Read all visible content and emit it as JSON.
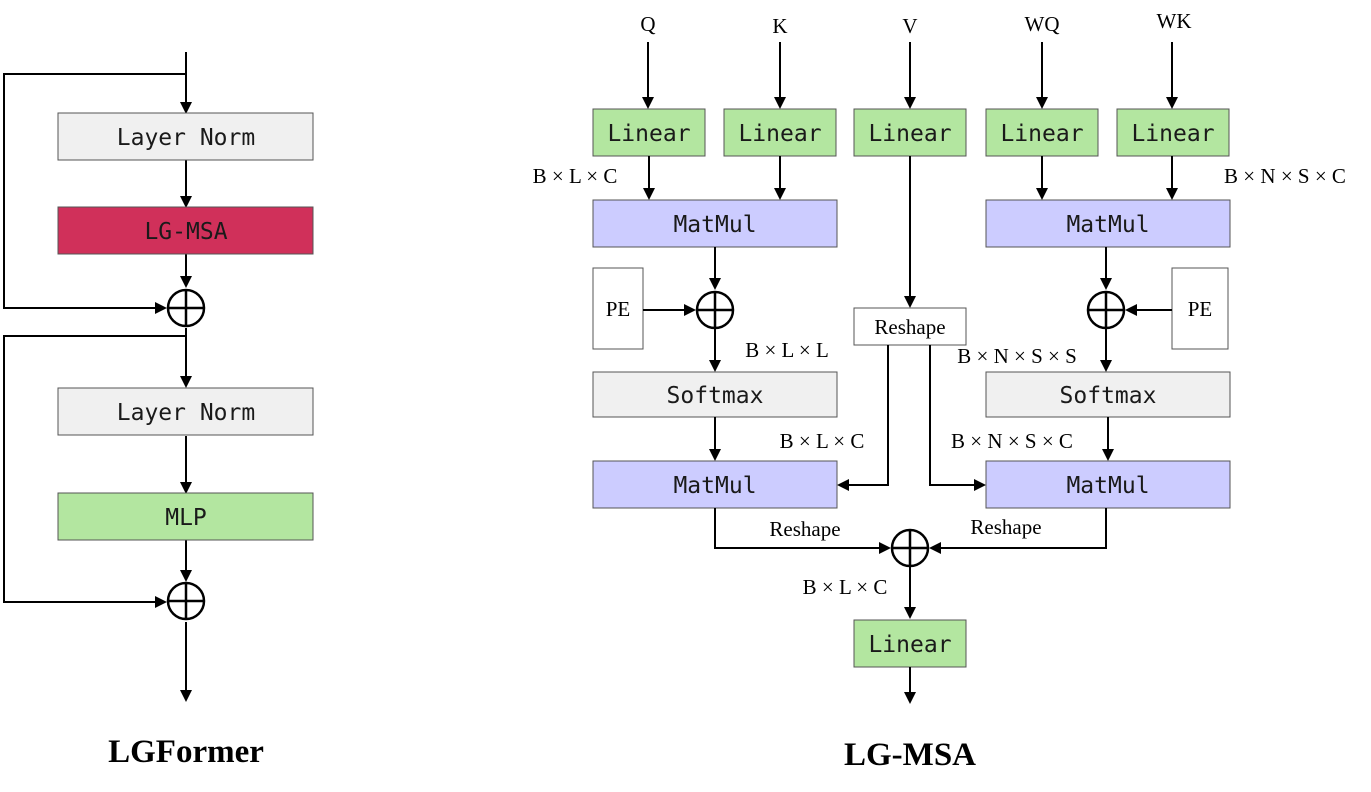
{
  "colors": {
    "layer_norm": "#f0f0f0",
    "lg_msa_block": "#d0305a",
    "mlp": "#b3e6a0",
    "linear": "#b3e6a0",
    "matmul": "#ccccff",
    "softmax": "#f0f0f0",
    "pe": "#ffffff",
    "reshape_box": "#ffffff"
  },
  "lgformer": {
    "title": "LGFormer",
    "layer_norm_1": "Layer Norm",
    "lg_msa": "LG-MSA",
    "layer_norm_2": "Layer Norm",
    "mlp": "MLP"
  },
  "lgmsa": {
    "title": "LG-MSA",
    "inputs": {
      "q": "Q",
      "k": "K",
      "v": "V",
      "wq": "WQ",
      "wk": "WK"
    },
    "linear_label": "Linear",
    "matmul_label": "MatMul",
    "softmax_label": "Softmax",
    "pe_label": "PE",
    "reshape_box_label": "Reshape",
    "reshape_left": "Reshape",
    "reshape_right": "Reshape",
    "dims": {
      "blc_top": "B × L × C",
      "bnsc_top": "B × N × S × C",
      "bll": "B × L × L",
      "bnss": "B × N × S × S",
      "blc_mid": "B × L × C",
      "bnsc_mid": "B × N × S × C",
      "blc_out": "B × L × C"
    }
  }
}
